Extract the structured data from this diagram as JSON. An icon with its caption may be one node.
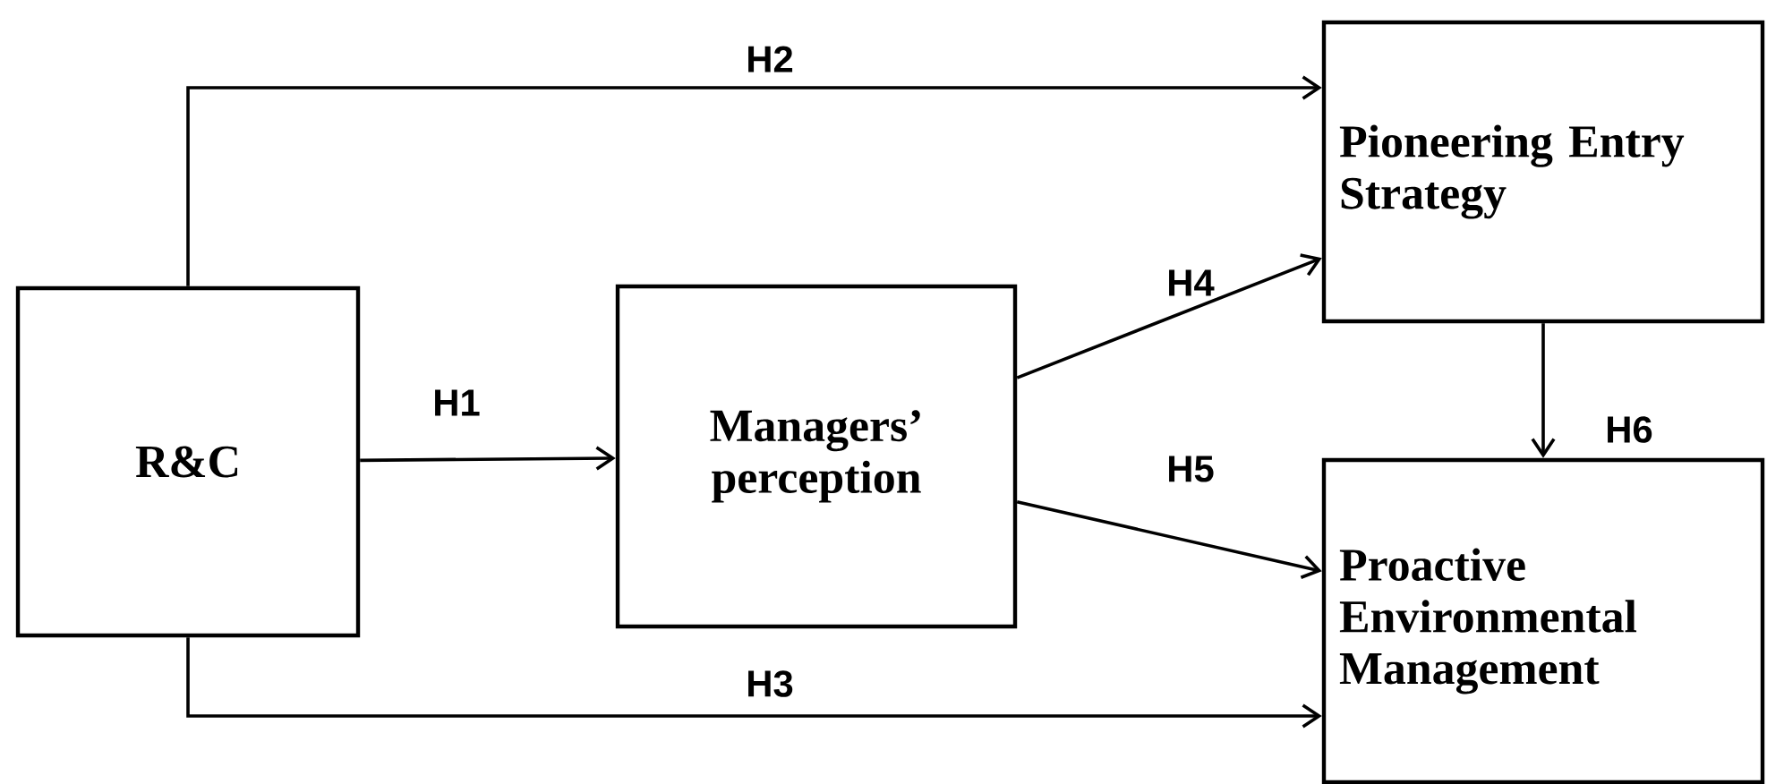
{
  "diagram": {
    "nodes": [
      {
        "text": [
          "R&C"
        ]
      },
      {
        "text": [
          "Managers’ perception"
        ]
      },
      {
        "text": [
          "Pioneering Entry Strategy"
        ]
      },
      {
        "text": [
          "Proactive Environmental Management"
        ]
      }
    ],
    "edges": [
      {
        "from": 0,
        "to": 1,
        "arrow": "to",
        "label": "H1"
      },
      {
        "from": 0,
        "to": 2,
        "arrow": "to",
        "label": "H2"
      },
      {
        "from": 0,
        "to": 3,
        "arrow": "to",
        "label": "H3"
      },
      {
        "from": 1,
        "to": 2,
        "arrow": "to",
        "label": "H4"
      },
      {
        "from": 1,
        "to": 3,
        "arrow": "to",
        "label": "H5"
      },
      {
        "from": 2,
        "to": 3,
        "arrow": "to",
        "label": "H6"
      }
    ]
  }
}
